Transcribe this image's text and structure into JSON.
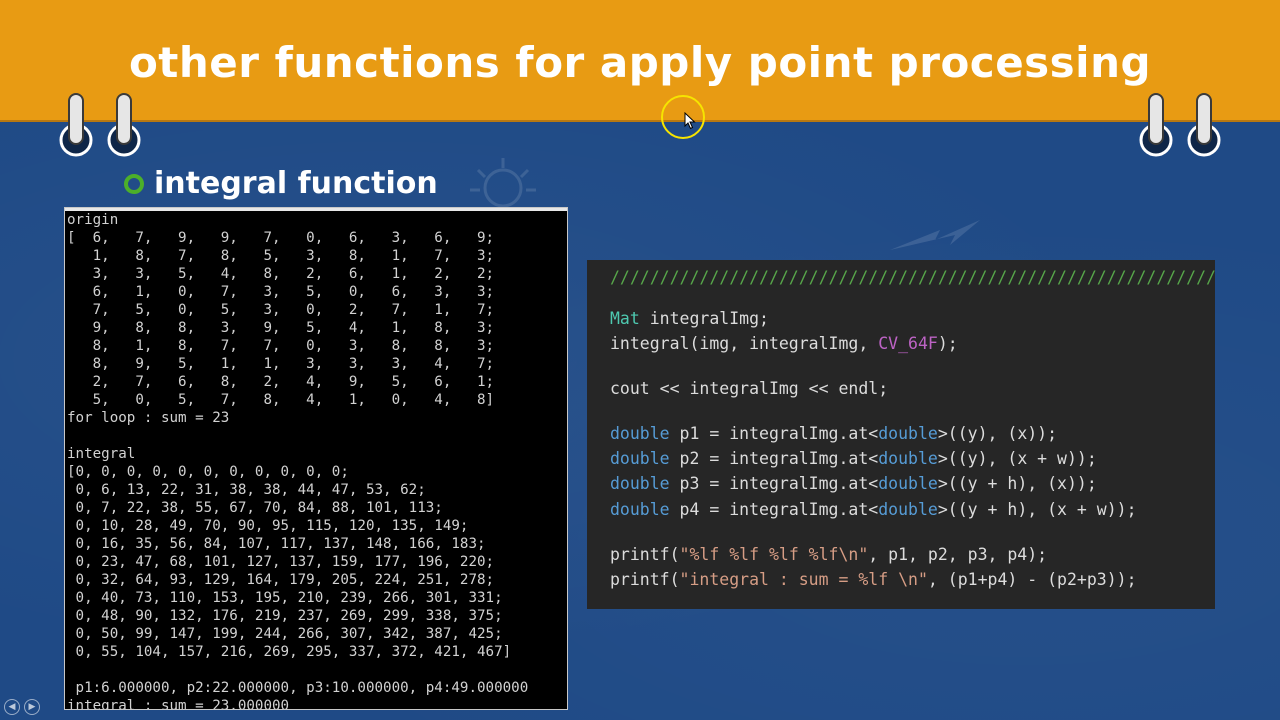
{
  "slide": {
    "title": "other functions for apply point processing",
    "section_label": "integral function"
  },
  "colors": {
    "header": "#e89b13",
    "background": "#1f4a86",
    "bullet": "#4caf2a",
    "console_bg": "#000000",
    "code_bg": "#262626",
    "cursor_highlight": "#f6e400"
  },
  "icons": [
    "binder-ring-icon",
    "lightbulb-icon",
    "lightning-icon",
    "cursor-arrow-icon",
    "nav-prev-icon",
    "nav-next-icon"
  ],
  "console": {
    "lines": [
      "origin",
      "[  6,   7,   9,   9,   7,   0,   6,   3,   6,   9;",
      "   1,   8,   7,   8,   5,   3,   8,   1,   7,   3;",
      "   3,   3,   5,   4,   8,   2,   6,   1,   2,   2;",
      "   6,   1,   0,   7,   3,   5,   0,   6,   3,   3;",
      "   7,   5,   0,   5,   3,   0,   2,   7,   1,   7;",
      "   9,   8,   8,   3,   9,   5,   4,   1,   8,   3;",
      "   8,   1,   8,   7,   7,   0,   3,   8,   8,   3;",
      "   8,   9,   5,   1,   1,   3,   3,   3,   4,   7;",
      "   2,   7,   6,   8,   2,   4,   9,   5,   6,   1;",
      "   5,   0,   5,   7,   8,   4,   1,   0,   4,   8]",
      "for loop : sum = 23",
      "",
      "integral",
      "[0, 0, 0, 0, 0, 0, 0, 0, 0, 0, 0;",
      " 0, 6, 13, 22, 31, 38, 38, 44, 47, 53, 62;",
      " 0, 7, 22, 38, 55, 67, 70, 84, 88, 101, 113;",
      " 0, 10, 28, 49, 70, 90, 95, 115, 120, 135, 149;",
      " 0, 16, 35, 56, 84, 107, 117, 137, 148, 166, 183;",
      " 0, 23, 47, 68, 101, 127, 137, 159, 177, 196, 220;",
      " 0, 32, 64, 93, 129, 164, 179, 205, 224, 251, 278;",
      " 0, 40, 73, 110, 153, 195, 210, 239, 266, 301, 331;",
      " 0, 48, 90, 132, 176, 219, 237, 269, 299, 338, 375;",
      " 0, 50, 99, 147, 199, 244, 266, 307, 342, 387, 425;",
      " 0, 55, 104, 157, 216, 269, 295, 337, 372, 421, 467]",
      "",
      " p1:6.000000, p2:22.000000, p3:10.000000, p4:49.000000",
      "integral : sum = 23.000000"
    ]
  },
  "code": {
    "comment": "////////////////////////////////////////////////////////////////",
    "l1_type": "Mat",
    "l1_rest": " integralImg;",
    "l2_a": "integral(img, integralImg, ",
    "l2_macro": "CV_64F",
    "l2_b": ");",
    "l3": "cout << integralImg << endl;",
    "kw_double": "double",
    "p1_a": " p1 = integralImg.at<",
    "p1_b": ">((y), (x));",
    "p2_a": " p2 = integralImg.at<",
    "p2_b": ">((y), (x + w));",
    "p3_a": " p3 = integralImg.at<",
    "p3_b": ">((y + h), (x));",
    "p4_a": " p4 = integralImg.at<",
    "p4_b": ">((y + h), (x + w));",
    "pf1_a": "printf(",
    "pf1_str": "\"%lf %lf %lf %lf\\n\"",
    "pf1_b": ", p1, p2, p3, p4);",
    "pf2_a": "printf(",
    "pf2_str": "\"integral : sum = %lf \\n\"",
    "pf2_b": ", (p1+p4) - (p2+p3));"
  }
}
